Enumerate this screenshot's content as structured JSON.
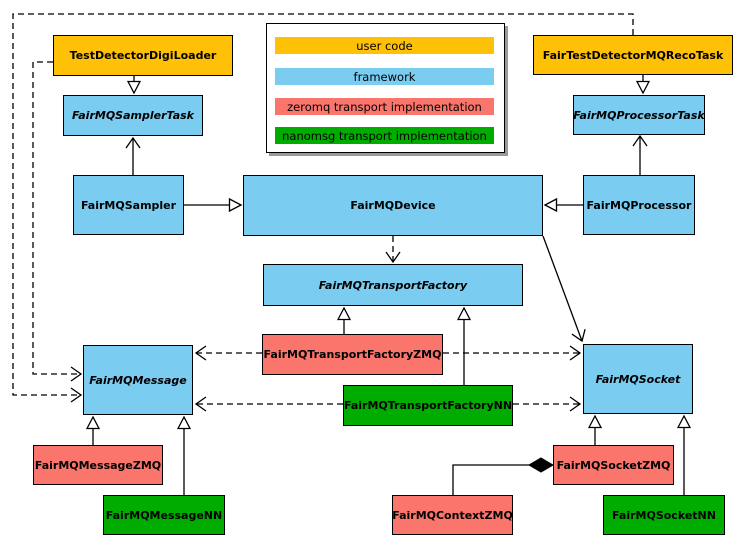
{
  "diagram": {
    "type": "uml-class-diagram",
    "colors": {
      "user_code": "#FFC107",
      "framework": "#7BCCF1",
      "zeromq": "#FA756C",
      "nanomsg": "#00AC00",
      "line": "#000000",
      "background": "#ffffff"
    },
    "legend": {
      "items": [
        {
          "label": "user code",
          "color": "#FFC107"
        },
        {
          "label": "framework",
          "color": "#7BCCF1"
        },
        {
          "label": "zeromq transport implementation",
          "color": "#FA756C"
        },
        {
          "label": "nanomsg transport implementation",
          "color": "#00AC00"
        }
      ]
    },
    "nodes": {
      "testDetectorDigiLoader": {
        "label": "TestDetectorDigiLoader",
        "category": "user_code",
        "abstract": false
      },
      "fairTestDetectorMQRecoTask": {
        "label": "FairTestDetectorMQRecoTask",
        "category": "user_code",
        "abstract": false
      },
      "fairMQSamplerTask": {
        "label": "FairMQSamplerTask",
        "category": "framework",
        "abstract": true
      },
      "fairMQProcessorTask": {
        "label": "FairMQProcessorTask",
        "category": "framework",
        "abstract": true
      },
      "fairMQSampler": {
        "label": "FairMQSampler",
        "category": "framework",
        "abstract": false
      },
      "fairMQDevice": {
        "label": "FairMQDevice",
        "category": "framework",
        "abstract": false
      },
      "fairMQProcessor": {
        "label": "FairMQProcessor",
        "category": "framework",
        "abstract": false
      },
      "fairMQTransportFactory": {
        "label": "FairMQTransportFactory",
        "category": "framework",
        "abstract": true
      },
      "fairMQTransportFactoryZMQ": {
        "label": "FairMQTransportFactoryZMQ",
        "category": "zeromq",
        "abstract": false
      },
      "fairMQTransportFactoryNN": {
        "label": "FairMQTransportFactoryNN",
        "category": "nanomsg",
        "abstract": false
      },
      "fairMQMessage": {
        "label": "FairMQMessage",
        "category": "framework",
        "abstract": true
      },
      "fairMQSocket": {
        "label": "FairMQSocket",
        "category": "framework",
        "abstract": true
      },
      "fairMQMessageZMQ": {
        "label": "FairMQMessageZMQ",
        "category": "zeromq",
        "abstract": false
      },
      "fairMQMessageNN": {
        "label": "FairMQMessageNN",
        "category": "nanomsg",
        "abstract": false
      },
      "fairMQSocketZMQ": {
        "label": "FairMQSocketZMQ",
        "category": "zeromq",
        "abstract": false
      },
      "fairMQContextZMQ": {
        "label": "FairMQContextZMQ",
        "category": "zeromq",
        "abstract": false
      },
      "fairMQSocketNN": {
        "label": "FairMQSocketNN",
        "category": "nanomsg",
        "abstract": false
      }
    },
    "relations": [
      {
        "from": "TestDetectorDigiLoader",
        "to": "FairMQSamplerTask",
        "type": "inheritance"
      },
      {
        "from": "FairTestDetectorMQRecoTask",
        "to": "FairMQProcessorTask",
        "type": "inheritance"
      },
      {
        "from": "FairMQSampler",
        "to": "FairMQDevice",
        "type": "inheritance"
      },
      {
        "from": "FairMQProcessor",
        "to": "FairMQDevice",
        "type": "inheritance"
      },
      {
        "from": "FairMQTransportFactoryZMQ",
        "to": "FairMQTransportFactory",
        "type": "inheritance"
      },
      {
        "from": "FairMQTransportFactoryNN",
        "to": "FairMQTransportFactory",
        "type": "inheritance"
      },
      {
        "from": "FairMQMessageZMQ",
        "to": "FairMQMessage",
        "type": "inheritance"
      },
      {
        "from": "FairMQMessageNN",
        "to": "FairMQMessage",
        "type": "inheritance"
      },
      {
        "from": "FairMQSocketZMQ",
        "to": "FairMQSocket",
        "type": "inheritance"
      },
      {
        "from": "FairMQSocketNN",
        "to": "FairMQSocket",
        "type": "inheritance"
      },
      {
        "from": "FairMQSampler",
        "to": "FairMQSamplerTask",
        "type": "association"
      },
      {
        "from": "FairMQProcessor",
        "to": "FairMQProcessorTask",
        "type": "association"
      },
      {
        "from": "FairMQDevice",
        "to": "FairMQSocket",
        "type": "association"
      },
      {
        "from": "TestDetectorDigiLoader",
        "to": "FairMQMessage",
        "type": "dependency"
      },
      {
        "from": "FairTestDetectorMQRecoTask",
        "to": "FairMQMessage",
        "type": "dependency"
      },
      {
        "from": "FairMQDevice",
        "to": "FairMQTransportFactory",
        "type": "dependency"
      },
      {
        "from": "FairMQTransportFactoryZMQ",
        "to": "FairMQMessage",
        "type": "dependency"
      },
      {
        "from": "FairMQTransportFactoryZMQ",
        "to": "FairMQSocket",
        "type": "dependency"
      },
      {
        "from": "FairMQTransportFactoryNN",
        "to": "FairMQMessage",
        "type": "dependency"
      },
      {
        "from": "FairMQTransportFactoryNN",
        "to": "FairMQSocket",
        "type": "dependency"
      },
      {
        "from": "FairMQSocketZMQ",
        "to": "FairMQContextZMQ",
        "type": "composition"
      }
    ]
  }
}
